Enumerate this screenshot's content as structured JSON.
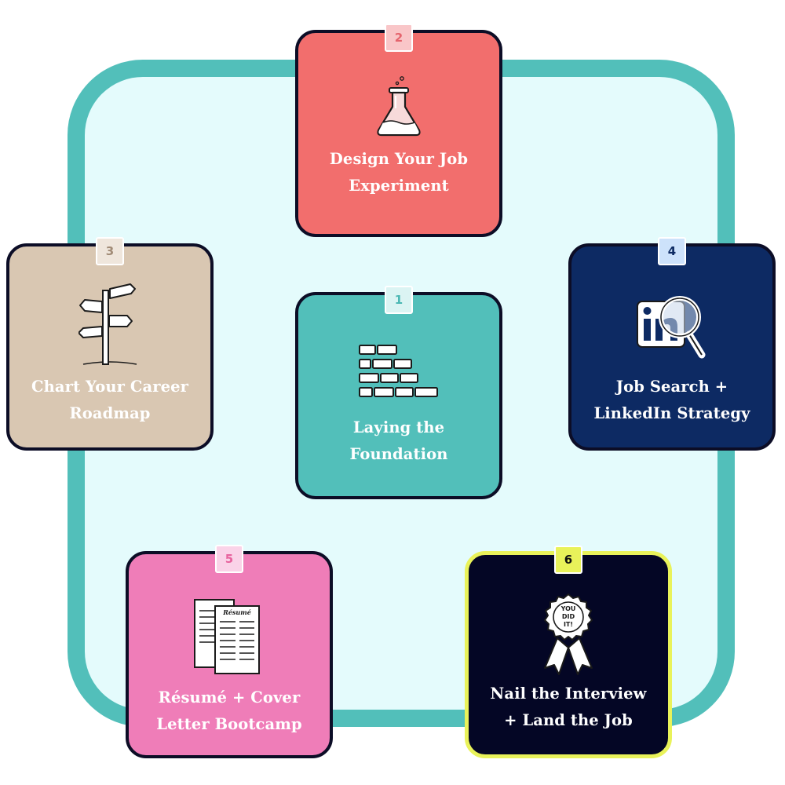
{
  "steps": [
    {
      "number": "1",
      "label_line1": "Laying the",
      "label_line2": "Foundation",
      "icon": "brick-wall-icon"
    },
    {
      "number": "2",
      "label_line1": "Design Your Job",
      "label_line2": "Experiment",
      "icon": "flask-icon"
    },
    {
      "number": "3",
      "label_line1": "Chart Your Career",
      "label_line2": "Roadmap",
      "icon": "signpost-icon"
    },
    {
      "number": "4",
      "label_line1": "Job Search +",
      "label_line2": "LinkedIn Strategy",
      "icon": "linkedin-search-icon"
    },
    {
      "number": "5",
      "label_line1": "Résumé + Cover",
      "label_line2": "Letter Bootcamp",
      "icon": "resume-icon"
    },
    {
      "number": "6",
      "label_line1": "Nail the Interview",
      "label_line2": "+ Land the Job",
      "icon": "award-ribbon-icon"
    }
  ],
  "icon_text": {
    "resume_heading": "Résumé",
    "ribbon_line1": "YOU",
    "ribbon_line2": "DID",
    "ribbon_line3": "IT!"
  },
  "colors": {
    "frame": "#52bfba",
    "frame_fill": "#e4fbfc",
    "step1": "#52bfba",
    "step2": "#f26e6d",
    "step3": "#d9c7b2",
    "step4": "#0d2a63",
    "step5": "#ef7db8",
    "step6": "#040625",
    "step6_border": "#e9f25a"
  }
}
